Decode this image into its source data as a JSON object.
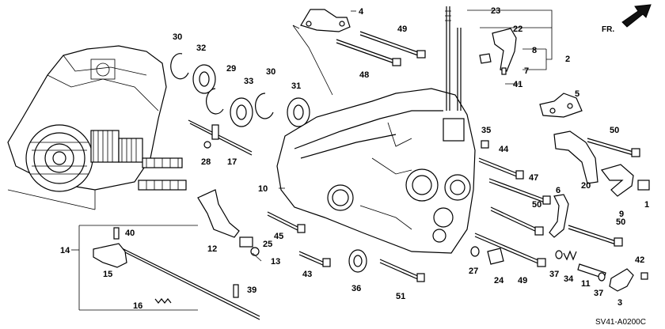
{
  "diagram": {
    "code": "SV41-A0200C",
    "direction_label": "FR.",
    "labels": {
      "p1": "1",
      "p2": "2",
      "p3": "3",
      "p4": "4",
      "p5": "5",
      "p6": "6",
      "p7": "7",
      "p8": "8",
      "p9": "9",
      "p10": "10",
      "p11": "11",
      "p12": "12",
      "p13": "13",
      "p14": "14",
      "p15": "15",
      "p16": "16",
      "p17": "17",
      "p20": "20",
      "p22": "22",
      "p23": "23",
      "p24": "24",
      "p25": "25",
      "p27": "27",
      "p28": "28",
      "p29": "29",
      "p30a": "30",
      "p30b": "30",
      "p31": "31",
      "p32": "32",
      "p33": "33",
      "p34": "34",
      "p35": "35",
      "p36": "36",
      "p37a": "37",
      "p37b": "37",
      "p39": "39",
      "p40": "40",
      "p41": "41",
      "p42": "42",
      "p43": "43",
      "p44": "44",
      "p45": "45",
      "p47": "47",
      "p48": "48",
      "p49a": "49",
      "p49b": "49",
      "p50a": "50",
      "p50b": "50",
      "p50c": "50",
      "p51": "51"
    }
  }
}
